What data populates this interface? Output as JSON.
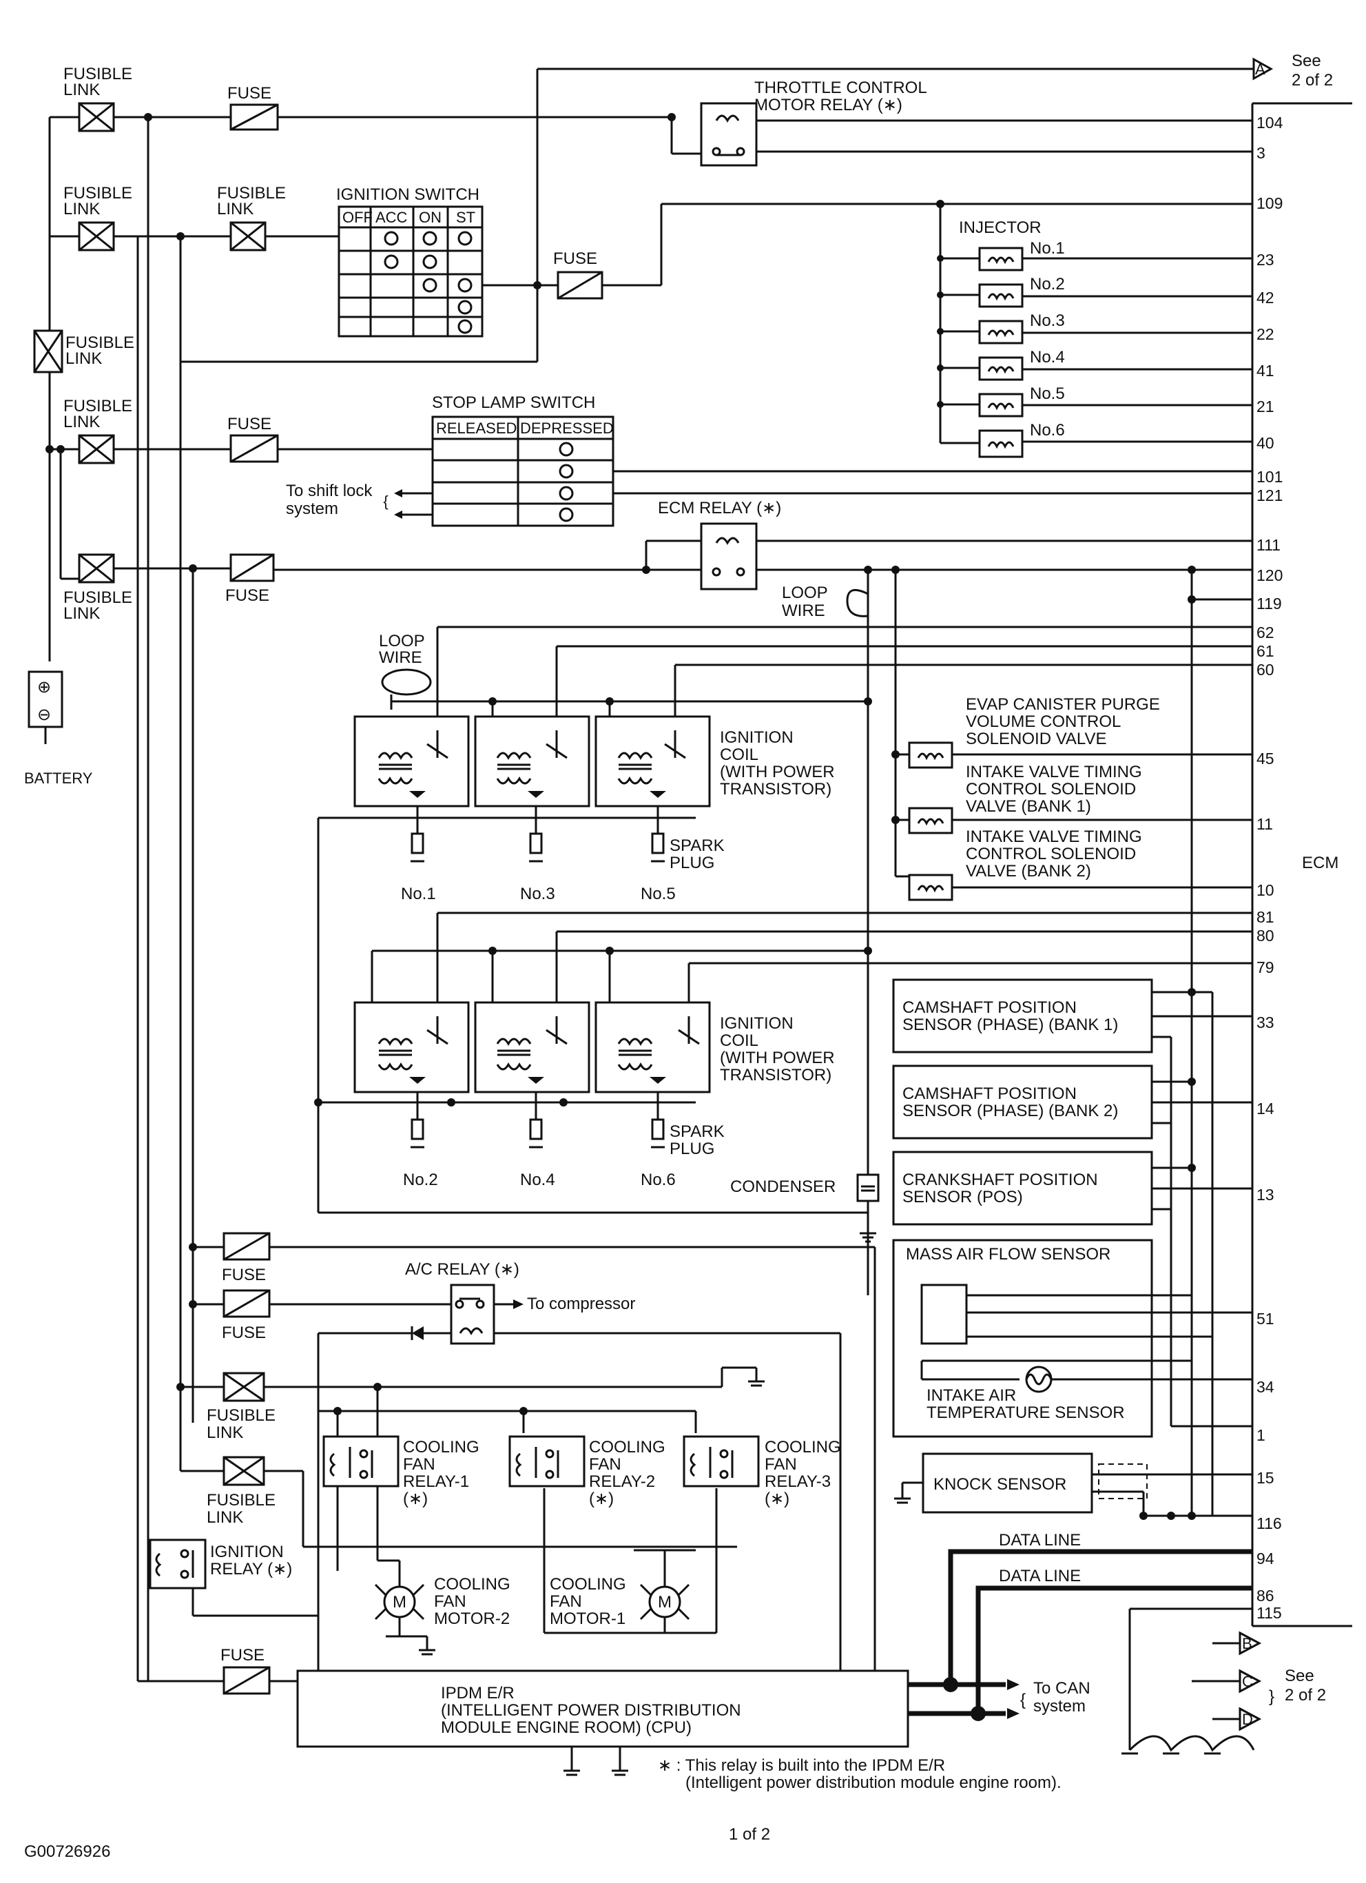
{
  "diagram": {
    "offpage_top": {
      "letter": "A",
      "text1": "See",
      "text2": "2 of 2"
    },
    "offpage_bottom": {
      "letters": [
        "B",
        "C",
        "D"
      ],
      "text1": "See",
      "text2": "2 of 2"
    },
    "labels": {
      "fusible_link": [
        "FUSIBLE",
        "LINK"
      ],
      "fuse": "FUSE",
      "battery": "BATTERY",
      "throttle_relay": [
        "THROTTLE CONTROL",
        "MOTOR RELAY (∗)"
      ],
      "ignition_switch": "IGNITION SWITCH",
      "ign_cols": [
        "OFF",
        "ACC",
        "ON",
        "ST"
      ],
      "injector": "INJECTOR",
      "injectors": [
        "No.1",
        "No.2",
        "No.3",
        "No.4",
        "No.5",
        "No.6"
      ],
      "stop_lamp_switch": "STOP LAMP SWITCH",
      "stop_cols": [
        "RELEASED",
        "DEPRESSED"
      ],
      "shift_lock": [
        "To shift lock",
        "system"
      ],
      "ecm_relay": "ECM RELAY (∗)",
      "loop_wire": [
        "LOOP",
        "WIRE"
      ],
      "ignition_coil": [
        "IGNITION",
        "COIL",
        "(WITH POWER",
        "TRANSISTOR)"
      ],
      "spark_plug": [
        "SPARK",
        "PLUG"
      ],
      "plugs_top": [
        "No.1",
        "No.3",
        "No.5"
      ],
      "plugs_bottom": [
        "No.2",
        "No.4",
        "No.6"
      ],
      "evap": [
        "EVAP CANISTER PURGE",
        "VOLUME CONTROL",
        "SOLENOID VALVE"
      ],
      "ivt1": [
        "INTAKE VALVE TIMING",
        "CONTROL SOLENOID",
        "VALVE (BANK 1)"
      ],
      "ivt2": [
        "INTAKE VALVE TIMING",
        "CONTROL SOLENOID",
        "VALVE (BANK 2)"
      ],
      "ecm": "ECM",
      "cmp1": [
        "CAMSHAFT POSITION",
        "SENSOR (PHASE) (BANK 1)"
      ],
      "cmp2": [
        "CAMSHAFT POSITION",
        "SENSOR (PHASE) (BANK 2)"
      ],
      "ckp": [
        "CRANKSHAFT POSITION",
        "SENSOR (POS)"
      ],
      "condenser": "CONDENSER",
      "maf": "MASS AIR FLOW SENSOR",
      "iat": [
        "INTAKE AIR",
        "TEMPERATURE SENSOR"
      ],
      "knock": "KNOCK SENSOR",
      "ac_relay": "A/C RELAY (∗)",
      "to_compressor": "To compressor",
      "cfr1": [
        "COOLING",
        "FAN",
        "RELAY-1",
        "(∗)"
      ],
      "cfr2": [
        "COOLING",
        "FAN",
        "RELAY-2",
        "(∗)"
      ],
      "cfr3": [
        "COOLING",
        "FAN",
        "RELAY-3",
        "(∗)"
      ],
      "cfm2": [
        "COOLING",
        "FAN",
        "MOTOR-2"
      ],
      "cfm1": [
        "COOLING",
        "FAN",
        "MOTOR-1"
      ],
      "ign_relay": [
        "IGNITION",
        "RELAY (∗)"
      ],
      "data_line": "DATA LINE",
      "ipdm": [
        "IPDM E/R",
        "(INTELLIGENT POWER DISTRIBUTION",
        "MODULE ENGINE ROOM) (CPU)"
      ],
      "to_can": [
        "To CAN",
        "system"
      ],
      "footnote": [
        "∗ : This relay is built into the IPDM E/R",
        "(Intelligent power distribution module engine room)."
      ],
      "code": "G00726926",
      "page": "1 of 2"
    },
    "pins": [
      "104",
      "3",
      "109",
      "23",
      "42",
      "22",
      "41",
      "21",
      "40",
      "101",
      "121",
      "111",
      "120",
      "119",
      "62",
      "61",
      "60",
      "45",
      "11",
      "10",
      "81",
      "80",
      "79",
      "33",
      "14",
      "13",
      "51",
      "34",
      "1",
      "15",
      "116",
      "94",
      "86",
      "115"
    ]
  }
}
